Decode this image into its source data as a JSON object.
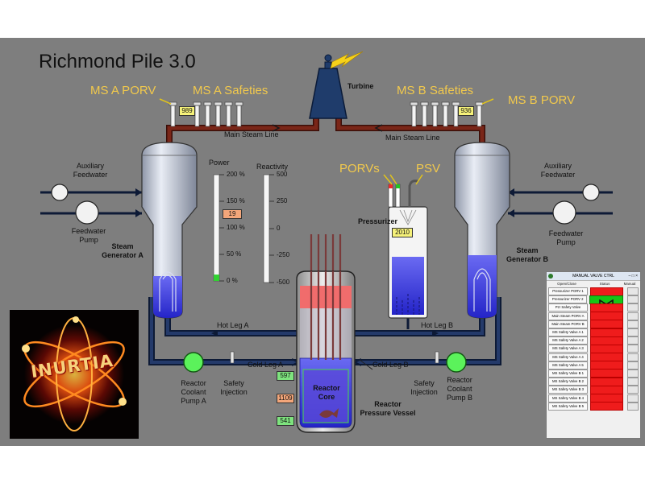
{
  "app": {
    "title": "Richmond Pile 3.0",
    "logo_text": "INURTIA"
  },
  "colors": {
    "panel_bg": "#7e7e7e",
    "label_yellow": "#f2c94c",
    "pipe": "#7a2618",
    "water": "#3434e0",
    "valve_closed": "#ef1c1c",
    "valve_open": "#16c516"
  },
  "labels": {
    "ms_a_porv": "MS A PORV",
    "ms_a_safeties": "MS A Safeties",
    "ms_b_safeties": "MS B Safeties",
    "ms_b_porv": "MS B PORV",
    "turbine": "Turbine",
    "main_steam_line_a": "Main Steam Line",
    "main_steam_line_b": "Main Steam Line",
    "porvs": "PORVs",
    "psv": "PSV",
    "pressurizer": "Pressurizer",
    "aux_feedwater_a": "Auxiliary\nFeedwater",
    "aux_feedwater_b": "Auxiliary\nFeedwater",
    "feedwater_pump_a": "Feedwater\nPump",
    "feedwater_pump_b": "Feedwater\nPump",
    "steam_generator_a": "Steam\nGenerator A",
    "steam_generator_b": "Steam\nGenerator B",
    "power": "Power",
    "reactivity": "Reactivity",
    "hot_leg_a": "Hot Leg A",
    "hot_leg_b": "Hot Leg B",
    "cold_leg_a": "Cold Leg A",
    "cold_leg_b": "Cold Leg B",
    "reactor_coolant_pump_a": "Reactor\nCoolant\nPump A",
    "reactor_coolant_pump_b": "Reactor\nCoolant\nPump B",
    "safety_injection_a": "Safety\nInjection",
    "safety_injection_b": "Safety\nInjection",
    "reactor_core": "Reactor\nCore",
    "reactor_pressure_vessel": "Reactor\nPressure Vessel"
  },
  "readouts": {
    "ms_a_pressure": "989",
    "ms_b_pressure": "936",
    "pressurizer_pressure": "2010",
    "power_value": "19",
    "core_top": "597",
    "core_mid": "1109",
    "core_bottom": "541"
  },
  "gauges": {
    "power": {
      "ticks": [
        "200 %",
        "150 %",
        "100 %",
        "50 %",
        "0 %"
      ],
      "fill_fraction": 0.06,
      "max_percent": 200
    },
    "reactivity": {
      "ticks": [
        "500",
        "250",
        "0",
        "-250",
        "-500"
      ]
    }
  },
  "valve_window": {
    "title": "MANUAL VALVE CTRL",
    "columns": [
      "Open/Close",
      "Status",
      "Manual"
    ],
    "rows": [
      {
        "name": "Pressurizer PORV 1",
        "open": false
      },
      {
        "name": "Pressurizer PORV 2",
        "open": true
      },
      {
        "name": "Pzr Safety Valve",
        "open": false
      },
      {
        "name": "Main Steam PORV A",
        "open": false
      },
      {
        "name": "Main Steam PORV B",
        "open": false
      },
      {
        "name": "MS Safety Valve A 1",
        "open": false
      },
      {
        "name": "MS Safety Valve A 2",
        "open": false
      },
      {
        "name": "MS Safety Valve A 3",
        "open": false
      },
      {
        "name": "MS Safety Valve A 4",
        "open": false
      },
      {
        "name": "MS Safety Valve A 5",
        "open": false
      },
      {
        "name": "MS Safety Valve B 1",
        "open": false
      },
      {
        "name": "MS Safety Valve B 2",
        "open": false
      },
      {
        "name": "MS Safety Valve B 3",
        "open": false
      },
      {
        "name": "MS Safety Valve B 4",
        "open": false
      },
      {
        "name": "MS Safety Valve B 5",
        "open": false
      }
    ]
  }
}
